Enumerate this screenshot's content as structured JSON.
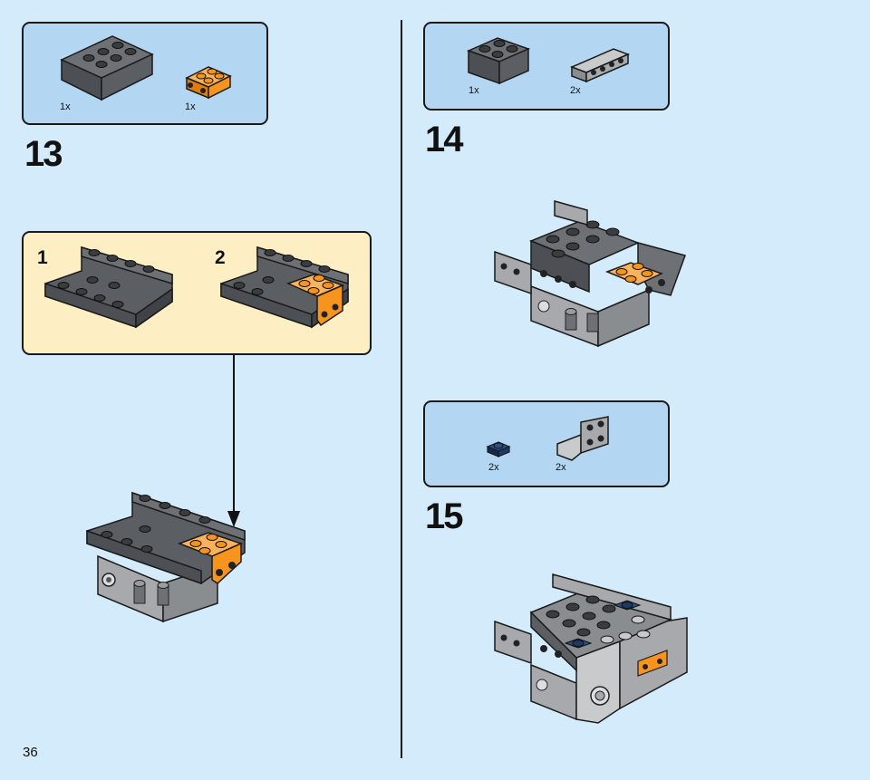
{
  "page_number": "36",
  "steps": [
    {
      "number": "13",
      "parts": [
        {
          "name": "dark-grey-inverted-slope-brick",
          "qty": "1x"
        },
        {
          "name": "orange-plate-with-clips",
          "qty": "1x"
        }
      ],
      "substeps": [
        "1",
        "2"
      ]
    },
    {
      "number": "14",
      "parts": [
        {
          "name": "dark-grey-brick-2x2",
          "qty": "1x"
        },
        {
          "name": "light-grey-bracket-plate",
          "qty": "2x"
        }
      ]
    },
    {
      "number": "15",
      "parts": [
        {
          "name": "dark-blue-plate-1x1",
          "qty": "2x"
        },
        {
          "name": "light-grey-bracket-2x2",
          "qty": "2x"
        }
      ]
    }
  ],
  "colors": {
    "background": "#d3ebfb",
    "parts_box": "#b3d7f2",
    "subassembly_box": "#fdeec3",
    "dark_grey": "#5b5f63",
    "light_grey": "#a7a9ac",
    "orange": "#f7941d",
    "dark_blue": "#1f3a64"
  }
}
